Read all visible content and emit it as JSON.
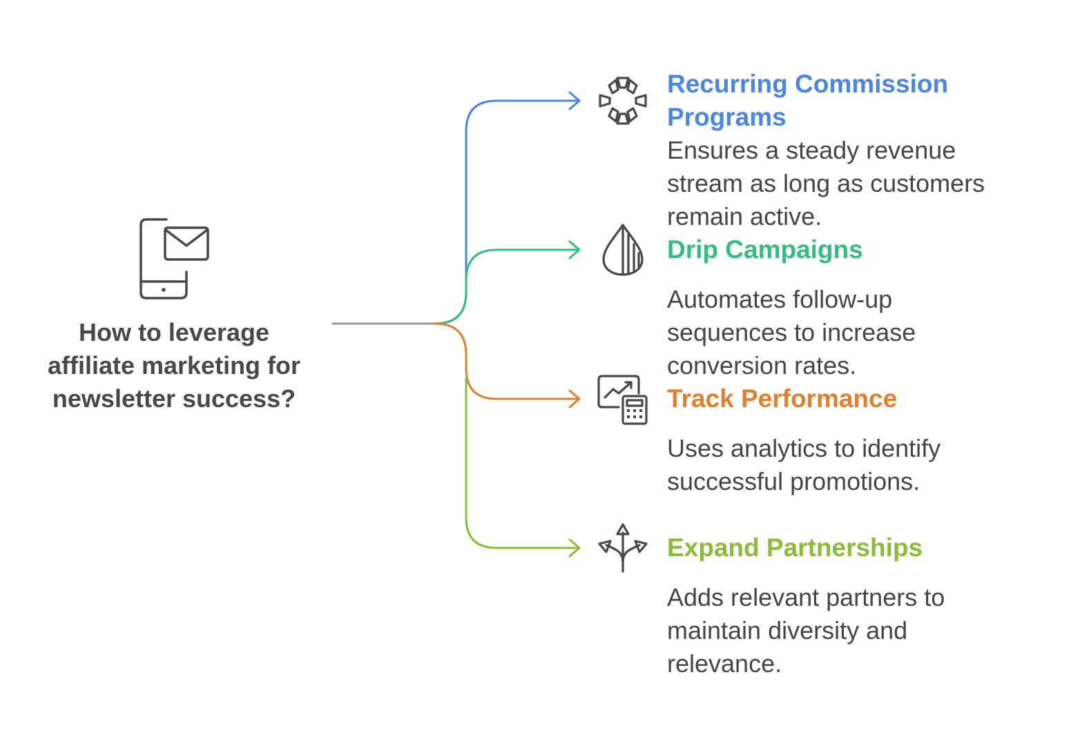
{
  "root": {
    "title_lines": [
      "How to leverage",
      "affiliate marketing for",
      "newsletter success?"
    ],
    "icon": "smartphone-mail-icon"
  },
  "colors": {
    "trunk": "#999999",
    "icon_stroke": "#474747"
  },
  "branches": [
    {
      "title_lines": [
        "Recurring Commission",
        "Programs"
      ],
      "desc_lines": [
        "Ensures a steady revenue",
        "stream as long as customers",
        "remain active."
      ],
      "color": "#4a86e0",
      "icon": "ring-segments-icon"
    },
    {
      "title_lines": [
        "Drip Campaigns"
      ],
      "desc_lines": [
        "Automates follow-up",
        "sequences to increase",
        "conversion rates."
      ],
      "color": "#33bd7e",
      "icon": "drop-icon"
    },
    {
      "title_lines": [
        "Track Performance"
      ],
      "desc_lines": [
        "Uses analytics to identify",
        "successful promotions."
      ],
      "color": "#e0802d",
      "icon": "chart-calculator-icon"
    },
    {
      "title_lines": [
        "Expand Partnerships"
      ],
      "desc_lines": [
        "Adds relevant partners to",
        "maintain diversity and",
        "relevance."
      ],
      "color": "#8cbb3a",
      "icon": "split-arrows-icon"
    }
  ]
}
